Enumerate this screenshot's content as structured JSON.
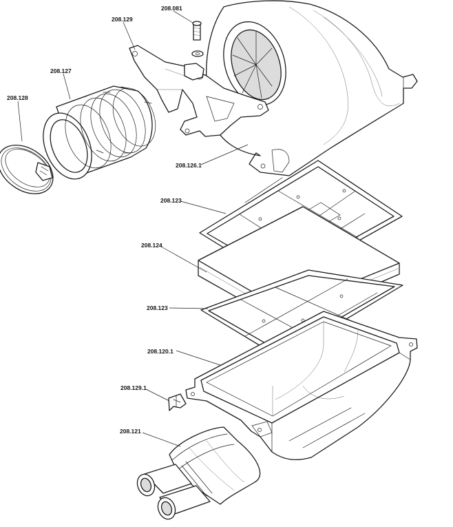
{
  "labels": {
    "l208081": "208.081",
    "l208129": "208.129",
    "l208127": "208.127",
    "l208128": "208.128",
    "l2081261": "208.126.1",
    "l208123_top": "208.123",
    "l208124": "208.124",
    "l208123_bottom": "208.123",
    "l2081201": "208.120.1",
    "l2081291": "208.129.1",
    "l208121": "208.121"
  }
}
